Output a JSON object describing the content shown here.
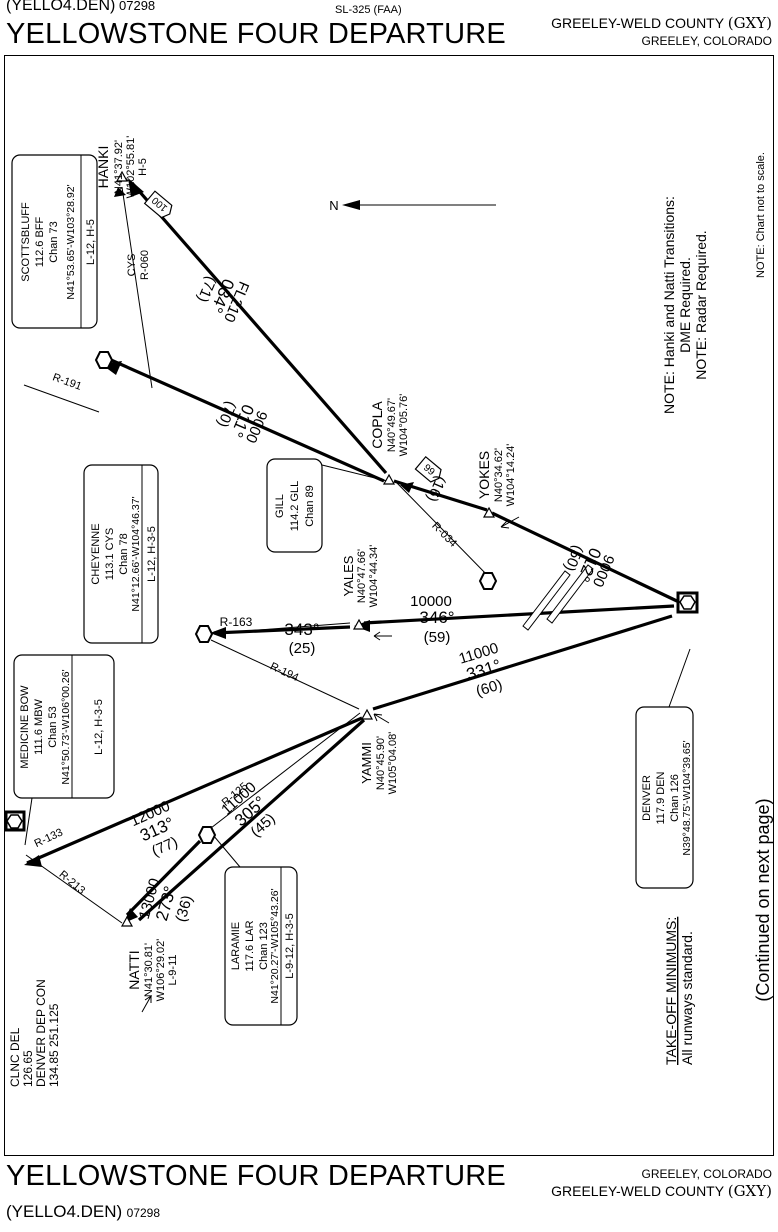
{
  "header": {
    "top_code": "(YELLO4.DEN)",
    "top_num": "07298",
    "faa": "SL-325 (FAA)",
    "title": "YELLOWSTONE FOUR DEPARTURE",
    "airport": "GREELEY-WELD COUNTY",
    "ident": "(GXY)",
    "city": "GREELEY, COLORADO"
  },
  "footer": {
    "title": "YELLOWSTONE FOUR DEPARTURE",
    "city": "GREELEY, COLORADO",
    "airport": "GREELEY-WELD COUNTY",
    "ident": "(GXY)",
    "code": "(YELLO4.DEN)",
    "num": "07298"
  },
  "notes": {
    "scale": "NOTE: Chart not to scale.",
    "trans1": "NOTE: Hanki and Natti Transitions:",
    "trans2": "DME Required.",
    "trans3": "NOTE: Radar Required.",
    "continued": "(Continued on next page)",
    "tom_title": "TAKE-OFF MINIMUMS:",
    "tom_body": "All runways standard.",
    "north": "N"
  },
  "comms": {
    "l1": "CLNC DEL",
    "l2": "126.65",
    "l3": "DENVER DEP CON",
    "l4": "134.85 251.125"
  },
  "navaids": {
    "scottsbluff": {
      "name": "SCOTTSBLUFF",
      "freq": "112.6 BFF",
      "chan": "Chan 73",
      "coords": "N41°53.65'-W103°28.92'",
      "chart": "L-12, H-5"
    },
    "cheyenne": {
      "name": "CHEYENNE",
      "freq": "113.1 CYS",
      "chan": "Chan 78",
      "coords": "N41°12.66'-W104°46.37'",
      "chart": "L-12, H-3-5"
    },
    "medicine_bow": {
      "name": "MEDICINE BOW",
      "freq": "111.6 MBW",
      "chan": "Chan 53",
      "coords": "N41°50.73'-W106°00.26'",
      "chart": "L-12, H-3-5"
    },
    "gill": {
      "name": "GILL",
      "freq": "114.2 GLL",
      "chan": "Chan 89"
    },
    "laramie": {
      "name": "LARAMIE",
      "freq": "117.6 LAR",
      "chan": "Chan 123",
      "coords": "N41°20.27'-W105°43.26'",
      "chart": "L-9-12, H-3-5"
    },
    "denver": {
      "name": "DENVER",
      "freq": "117.9 DEN",
      "chan": "Chan 126",
      "coords": "N39°48.75'-W104°39.65'"
    }
  },
  "fixes": {
    "hanki": {
      "name": "HANKI",
      "c1": "N41°37.92'",
      "c2": "W102°55.81'",
      "chart": "H-5"
    },
    "copla": {
      "name": "COPLA",
      "c1": "N40°49.67'",
      "c2": "W104°05.76'"
    },
    "yokes": {
      "name": "YOKES",
      "c1": "N40°34.62'",
      "c2": "W104°14.24'"
    },
    "yales": {
      "name": "YALES",
      "c1": "N40°47.66'",
      "c2": "W104°44.34'"
    },
    "yammi": {
      "name": "YAMMI",
      "c1": "N40°45.90'",
      "c2": "W105°04.08'"
    },
    "natti": {
      "name": "NATTI",
      "c1": "N41°30.81'",
      "c2": "W106°29.02'",
      "chart": "L-9-11"
    }
  },
  "legs": {
    "den_yokes": {
      "alt": "9000",
      "crs": "012°",
      "dist": "(50)"
    },
    "copla_bff": {
      "alt": "9000",
      "crs": "011°",
      "dist": "(70)"
    },
    "copla_hanki": {
      "alt": "FL210",
      "crs": "034°",
      "dist": "(71)"
    },
    "yokes_copla": {
      "dist": "(16)"
    },
    "den_yales": {
      "alt": "10000",
      "crs": "346°",
      "dist": "(59)"
    },
    "yales_cys": {
      "crs": "343°",
      "dist": "(25)"
    },
    "den_yammi": {
      "alt": "11000",
      "crs": "331°",
      "dist": "(60)"
    },
    "yammi_lar": {
      "alt": "11000",
      "crs": "305°",
      "dist": "(45)"
    },
    "yammi_mbw": {
      "alt": "12000",
      "crs": "313°",
      "dist": "(77)"
    },
    "lar_natti": {
      "alt": "13000",
      "crs": "273°",
      "dist": "(36)"
    }
  },
  "radials": {
    "bff191": "R-191",
    "cys060": "R-060",
    "cys_lbl": "CYS",
    "gll034": "R-034",
    "cys163": "R-163",
    "cys194": "R-194",
    "lar125": "R-125",
    "mbw133": "R-133",
    "mbw213": "R-213"
  },
  "mea": {
    "hanki": "100",
    "copla": "66"
  }
}
